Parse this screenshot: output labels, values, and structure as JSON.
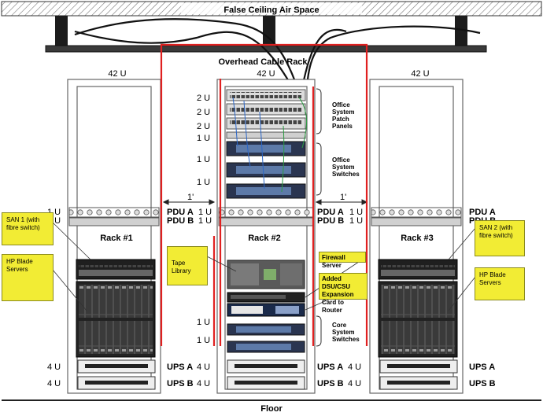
{
  "header": {
    "ceiling_label": "False Ceiling Air Space",
    "cable_rack_label": "Overhead Cable Rack",
    "floor_label": "Floor"
  },
  "racks": [
    {
      "name": "Rack #1",
      "height": "42 U"
    },
    {
      "name": "Rack #2",
      "height": "42 U"
    },
    {
      "name": "Rack #3",
      "height": "42 U"
    }
  ],
  "spacing_label": "1'",
  "units": {
    "patch": "2 U",
    "one": "1 U",
    "ups": "4 U"
  },
  "pdu": {
    "a": "PDU A",
    "b": "PDU B"
  },
  "ups": {
    "a": "UPS A",
    "b": "UPS B"
  },
  "rack2_groups": {
    "patch_panels": "Office System Patch Panels",
    "office_switches": "Office System Switches",
    "core_switches": "Core System Switches"
  },
  "notes": {
    "san1": "SAN 1 (with fibre switch)",
    "hp_blade_1": "HP Blade Servers",
    "tape_library": "Tape Library",
    "firewall": "Firewall Server",
    "dsu": "Added DSU/CSU Expansion Card to Router",
    "san2": "SAN 2 (with fibre switch)",
    "hp_blade_2": "HP Blade Servers"
  },
  "colors": {
    "power_cable": "#e02020",
    "data_cable": "#111111",
    "note_fill": "#f2ec34",
    "equipment": "#2b2b2b"
  }
}
